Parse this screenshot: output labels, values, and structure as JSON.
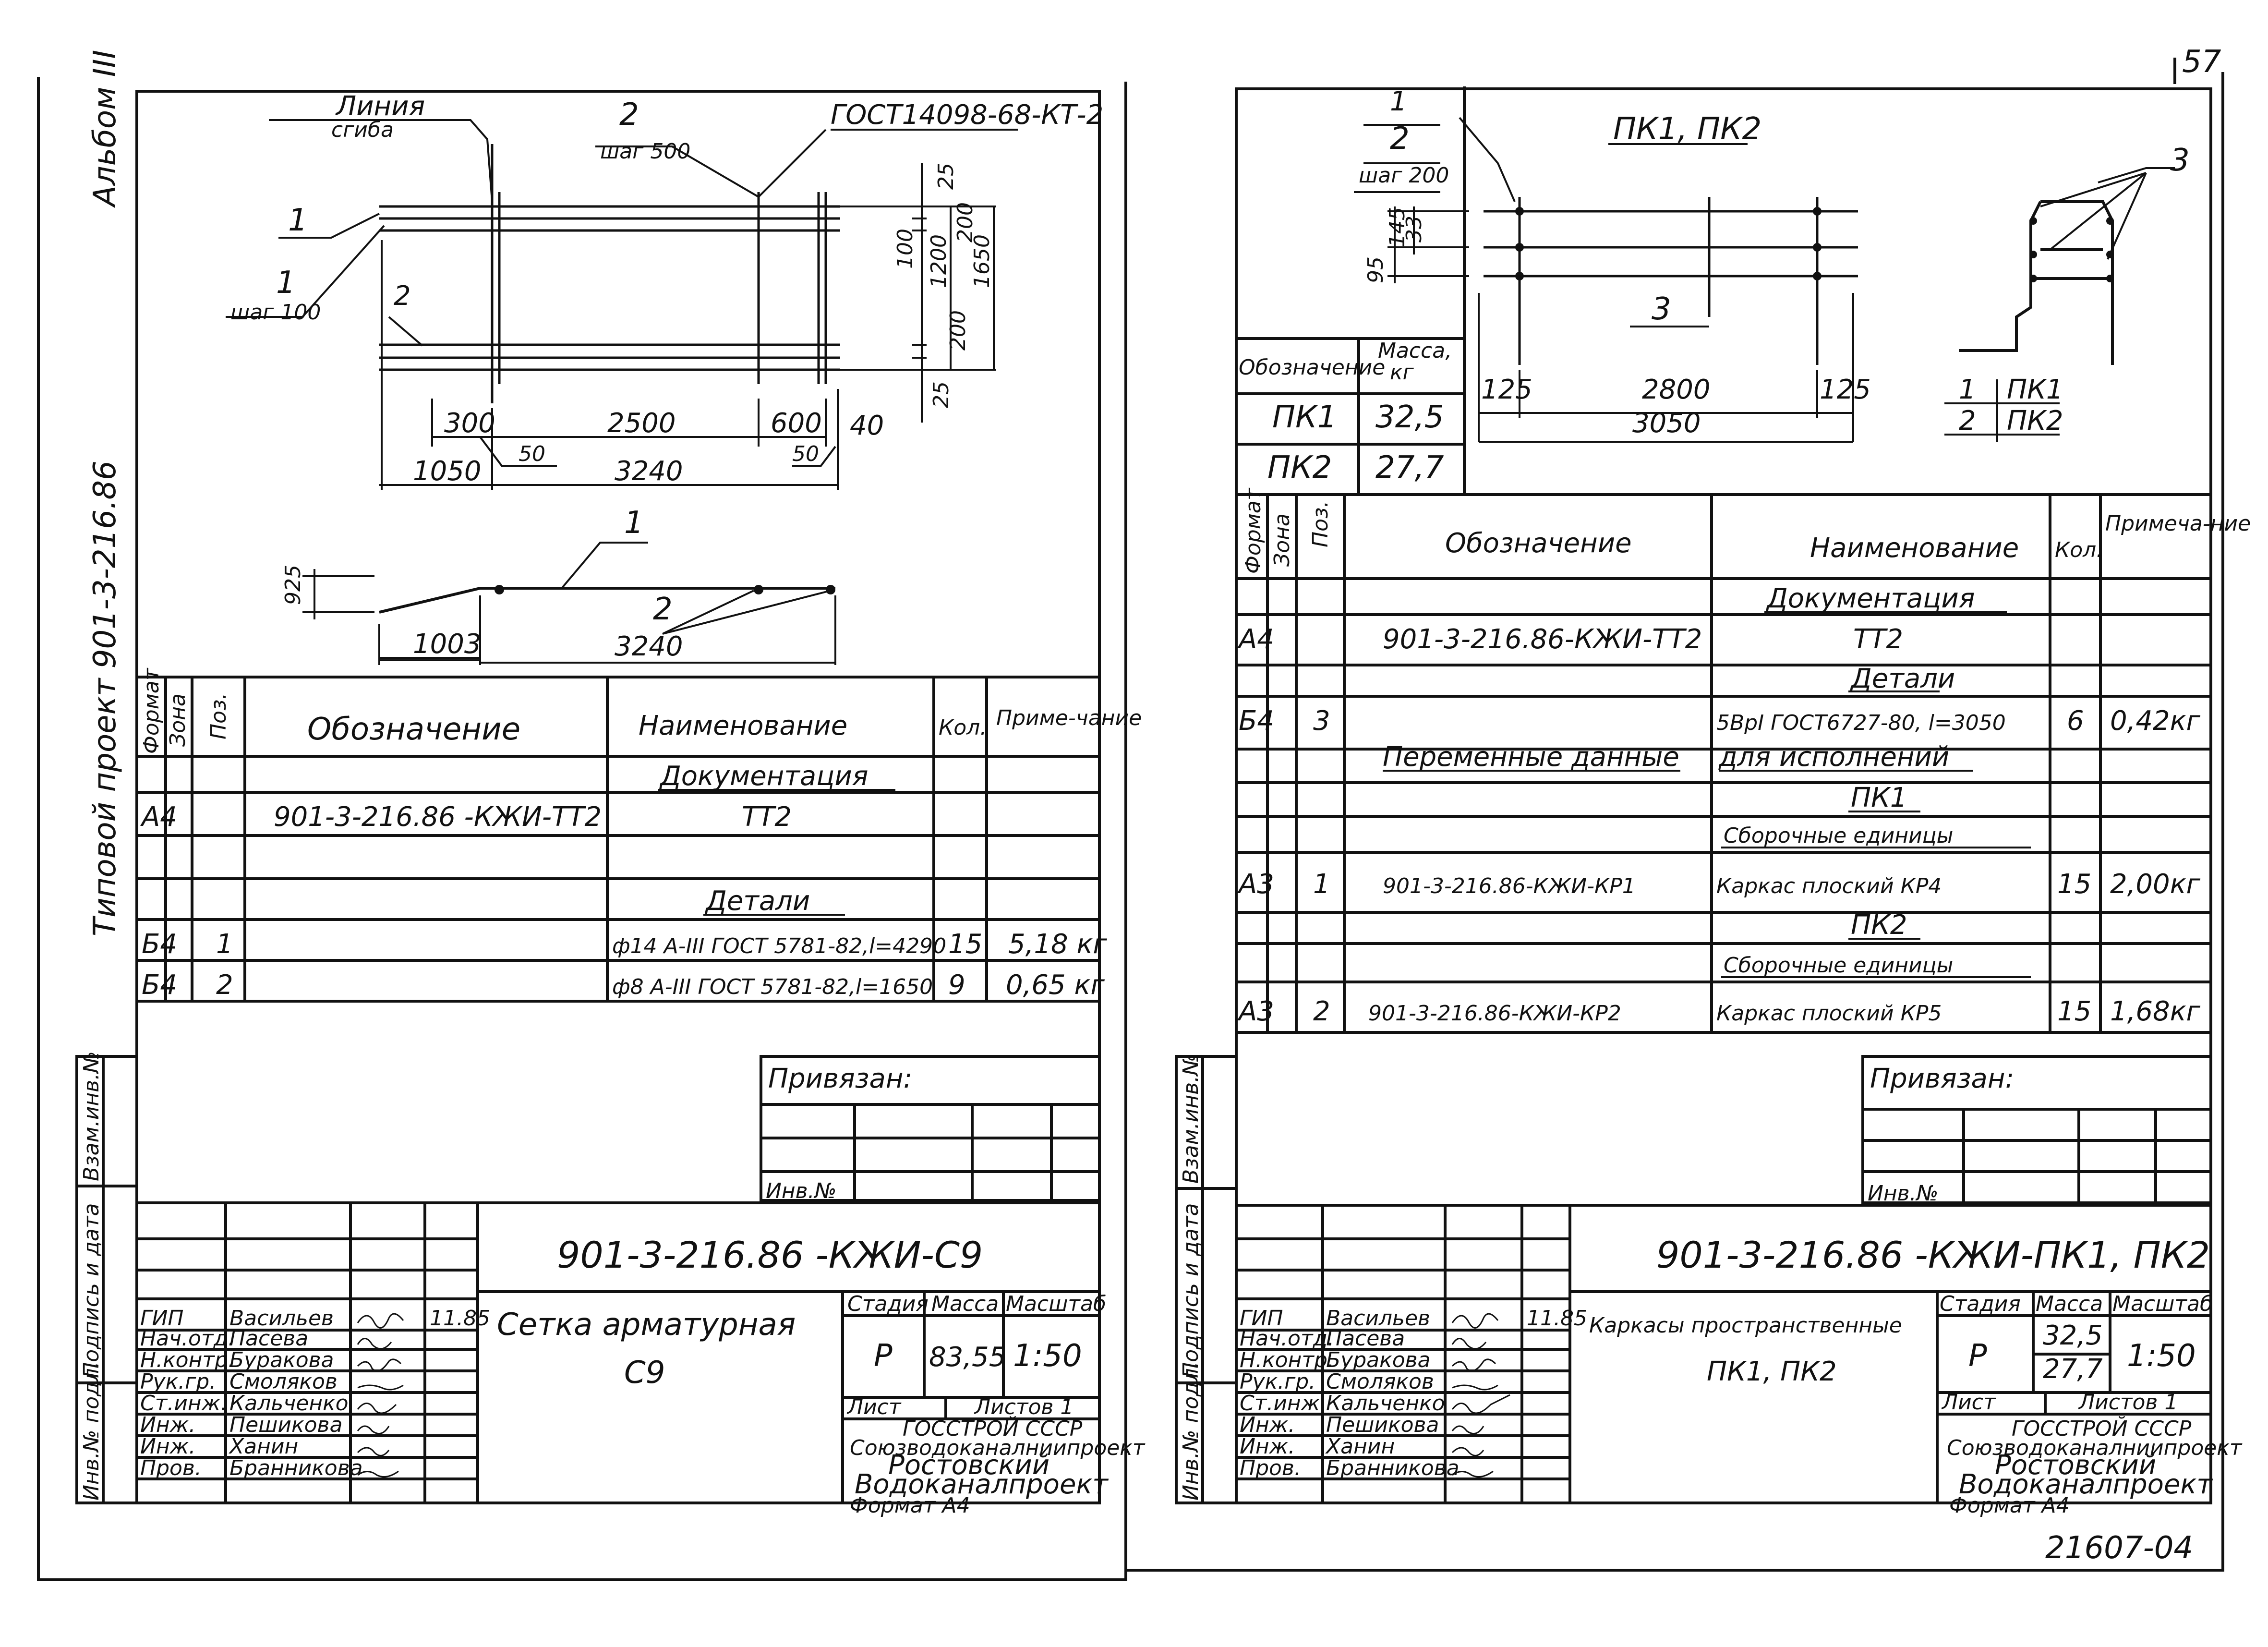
{
  "corner_mark": "57",
  "sheet_number": "21607-04",
  "left": {
    "side_album": "Альбом III",
    "side_project": "Типовой проект 901-3-216.86",
    "drawing": {
      "line_label_1": "Линия",
      "line_label_2": "сгиба",
      "pos2": "2",
      "pos2_step": "шаг 500",
      "gost_label": "ГОСТ14098-68-КТ-2",
      "pos1_a": "1",
      "pos1_b": "1",
      "pos1_step": "шаг 100",
      "pos2_b": "2",
      "d_25a": "25",
      "d_100": "100",
      "d_1200": "1200",
      "d_1650": "1650",
      "d_200a": "200",
      "d_200b": "200",
      "d_25b": "25",
      "d_300": "300",
      "d_2500": "2500",
      "d_600": "600",
      "d_40": "40",
      "d_1050": "1050",
      "d_50a": "50",
      "d_3240": "3240",
      "d_50b": "50",
      "s_pos1": "1",
      "s_925": "925",
      "s_pos2": "2",
      "s_1003": "1003",
      "s_3240": "3240"
    },
    "spec": {
      "headers": [
        "Формат",
        "Зона",
        "Поз.",
        "Обозначение",
        "Наименование",
        "Кол.",
        "Приме-чание"
      ],
      "rows": [
        [
          "",
          "",
          "",
          "",
          "Документация",
          "",
          ""
        ],
        [
          "А4",
          "",
          "",
          "901-3-216.86 -КЖИ-ТТ2",
          "ТТ2",
          "",
          ""
        ],
        [
          "",
          "",
          "",
          "",
          "",
          "",
          ""
        ],
        [
          "",
          "",
          "",
          "",
          "Детали",
          "",
          ""
        ],
        [
          "Б4",
          "",
          "1",
          "",
          "ф14 А-III ГОСТ 5781-82,l=4290",
          "15",
          "5,18 кг"
        ],
        [
          "Б4",
          "",
          "2",
          "",
          "ф8 А-III ГОСТ 5781-82,l=1650",
          "9",
          "0,65 кг"
        ]
      ]
    },
    "stamp": {
      "privyazan": "Привязан:",
      "inv": "Инв.№",
      "side_labels": [
        "Взам.инв.№",
        "Подпись и дата",
        "Инв.№ подл."
      ],
      "code": "901-3-216.86   -КЖИ-С9",
      "title_1": "Сетка арматурная",
      "title_2": "С9",
      "stage_h": "Стадия",
      "mass_h": "Масса",
      "scale_h": "Масштаб",
      "stage": "Р",
      "mass": "83,55",
      "scale": "1:50",
      "sheet_h": "Лист",
      "sheets_h": "Листов 1",
      "org_1": "ГОССТРОЙ СССР",
      "org_2": "Союзводоканалниипроект",
      "org_3": "Ростовский",
      "org_4": "Водоканалпроект",
      "format": "Формат А4",
      "roles": [
        "ГИП",
        "Нач.отд.",
        "Н.контр.",
        "Рук.гр.",
        "Ст.инж.",
        "Инж.",
        "Инж.",
        "Пров."
      ],
      "names": [
        "Васильев",
        "Пасева",
        "Буракова",
        "Смоляков",
        "Кальченко",
        "Пешикова",
        "Ханин",
        "Бранникова"
      ],
      "date": "11.85"
    }
  },
  "right": {
    "drawing": {
      "title": "ПК1, ПК2",
      "pos1": "1",
      "pos2": "2",
      "step": "шаг 200",
      "pos3": "3",
      "pos3b": "3",
      "d_95": "95",
      "d_145": "145",
      "d_33": "33",
      "d_125a": "125",
      "d_2800": "2800",
      "d_125b": "125",
      "d_3050": "3050",
      "leg1_n": "1",
      "leg1_v": "ПК1",
      "leg2_n": "2",
      "leg2_v": "ПК2"
    },
    "mass_table": {
      "h1": "Обозначение",
      "h2a": "Масса,",
      "h2b": "кг",
      "rows": [
        [
          "ПК1",
          "32,5"
        ],
        [
          "ПК2",
          "27,7"
        ]
      ]
    },
    "spec": {
      "headers": [
        "Формат",
        "Зона",
        "Поз.",
        "Обозначение",
        "Наименование",
        "Кол.",
        "Примеча-ние"
      ],
      "rows": [
        [
          "",
          "",
          "",
          "",
          "Документация",
          "",
          ""
        ],
        [
          "А4",
          "",
          "",
          "901-3-216.86-КЖИ-ТТ2",
          "ТТ2",
          "",
          ""
        ],
        [
          "",
          "",
          "",
          "",
          "Детали",
          "",
          ""
        ],
        [
          "Б4",
          "",
          "3",
          "",
          "5ВрI ГОСТ6727-80, l=3050",
          "6",
          "0,42кг"
        ],
        [
          "",
          "",
          "",
          "Переменные данные",
          "для исполнений",
          "",
          ""
        ],
        [
          "",
          "",
          "",
          "",
          "ПК1",
          "",
          ""
        ],
        [
          "",
          "",
          "",
          "",
          "Сборочные единицы",
          "",
          ""
        ],
        [
          "А3",
          "",
          "1",
          "901-3-216.86-КЖИ-КР1",
          "Каркас плоский КР4",
          "15",
          "2,00кг"
        ],
        [
          "",
          "",
          "",
          "",
          "ПК2",
          "",
          ""
        ],
        [
          "",
          "",
          "",
          "",
          "Сборочные единицы",
          "",
          ""
        ],
        [
          "А3",
          "",
          "2",
          "901-3-216.86-КЖИ-КР2",
          "Каркас плоский КР5",
          "15",
          "1,68кг"
        ]
      ]
    },
    "stamp": {
      "privyazan": "Привязан:",
      "inv": "Инв.№",
      "side_labels": [
        "Взам.инв.№",
        "Подпись и дата",
        "Инв.№ подл."
      ],
      "code": "901-3-216.86   -КЖИ-ПК1, ПК2",
      "title_1": "Каркасы пространственные",
      "title_2": "ПК1, ПК2",
      "stage_h": "Стадия",
      "mass_h": "Масса",
      "scale_h": "Масштаб",
      "stage": "Р",
      "mass_1": "32,5",
      "mass_2": "27,7",
      "scale": "1:50",
      "sheet_h": "Лист",
      "sheets_h": "Листов 1",
      "org_1": "ГОССТРОЙ СССР",
      "org_2": "Союзводоканалниипроект",
      "org_3": "Ростовский",
      "org_4": "Водоканалпроект",
      "format": "Формат А4",
      "roles": [
        "ГИП",
        "Нач.отд.",
        "Н.контр.",
        "Рук.гр.",
        "Ст.инж.",
        "Инж.",
        "Инж.",
        "Пров."
      ],
      "names": [
        "Васильев",
        "Пасева",
        "Буракова",
        "Смоляков",
        "Кальченко",
        "Пешикова",
        "Ханин",
        "Бранникова"
      ],
      "date": "11.85"
    }
  }
}
